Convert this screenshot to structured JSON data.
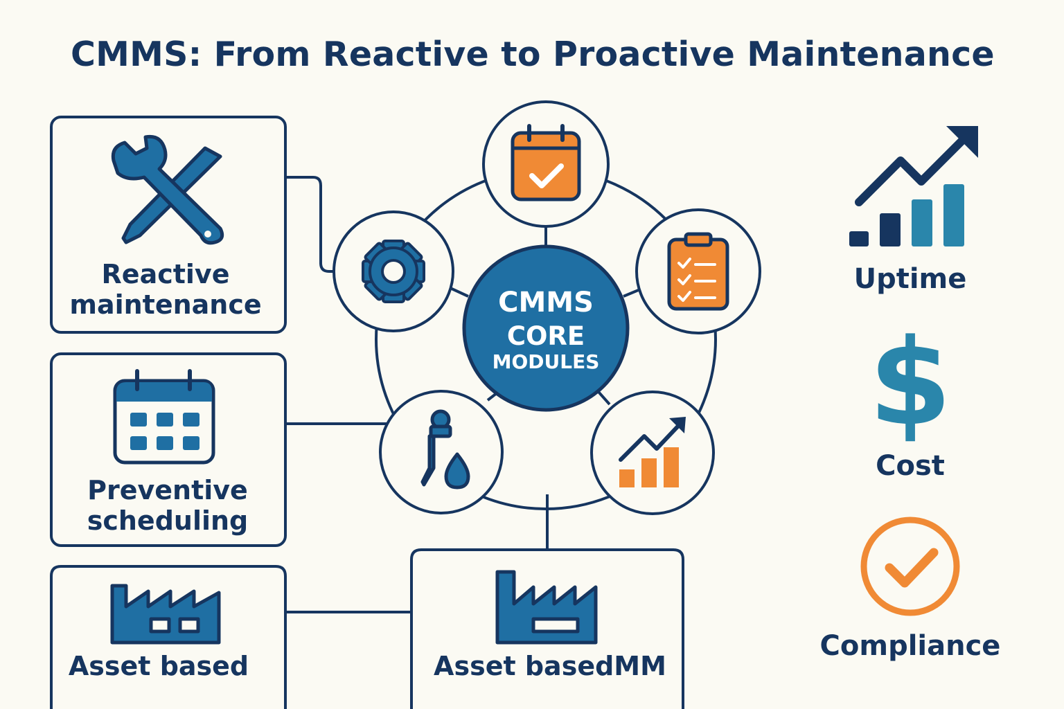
{
  "title": "CMMS: From Reactive to Proactive Maintenance",
  "colors": {
    "navy": "#16355f",
    "blue": "#1f6fa3",
    "teal": "#2a86ab",
    "orange": "#f08a35",
    "background": "#fbfaf3"
  },
  "boxes": [
    {
      "label_line1": "Reactive",
      "label_line2": "maintenance",
      "icon": "wrench-screwdriver-icon"
    },
    {
      "label_line1": "Preventive",
      "label_line2": "scheduling",
      "icon": "calendar-icon"
    },
    {
      "label": "Asset based",
      "icon": "factory-icon"
    },
    {
      "label": "Asset basedMM",
      "icon": "factory-icon"
    }
  ],
  "core": {
    "line1": "CMMS",
    "line2": "CORE",
    "line3": "MODULES",
    "modules": [
      "calendar-check-icon",
      "checklist-clipboard-icon",
      "growth-chart-icon",
      "oil-dropper-icon",
      "gear-icon"
    ]
  },
  "kpis": [
    {
      "label": "Uptime",
      "icon": "trend-up-icon"
    },
    {
      "label": "Cost",
      "icon": "dollar-icon"
    },
    {
      "label": "Compliance",
      "icon": "check-circle-icon"
    }
  ]
}
